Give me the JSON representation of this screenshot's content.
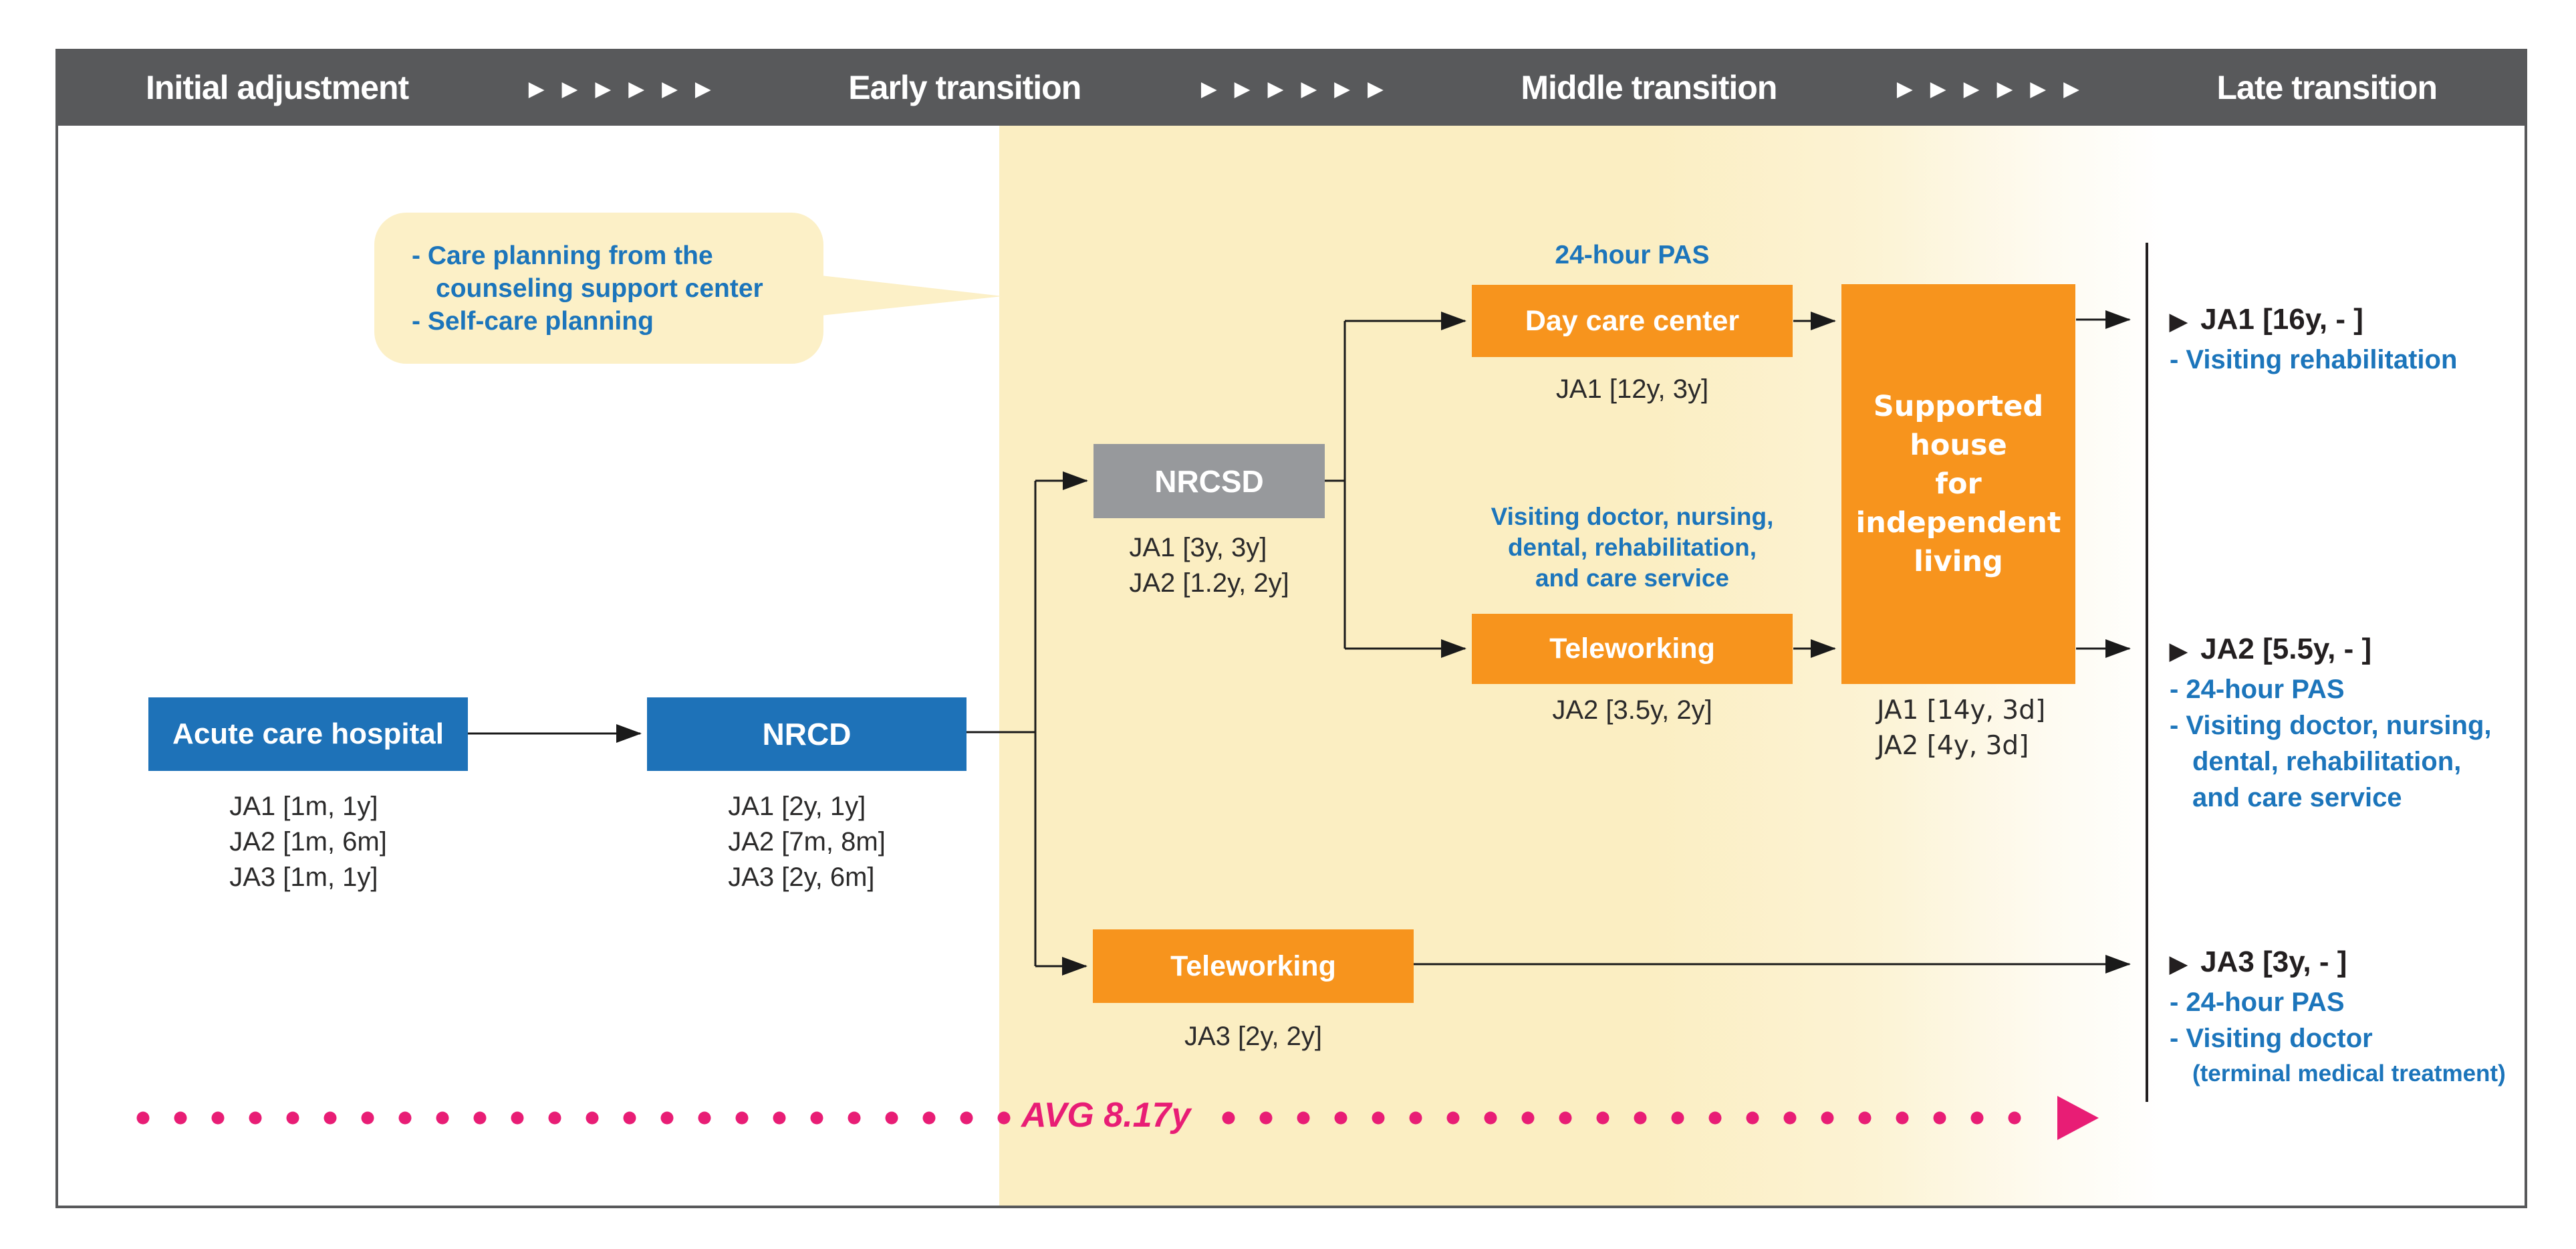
{
  "header": {
    "phases": [
      "Initial adjustment",
      "Early transition",
      "Middle transition",
      "Late transition"
    ],
    "chevrons": "▶▶▶▶▶▶"
  },
  "callout": {
    "lines": [
      "- Care planning from the counseling support center",
      "- Self-care planning"
    ]
  },
  "flow": {
    "acute": {
      "label": "Acute care hospital",
      "stats": [
        "JA1 [1m, 1y]",
        "JA2 [1m, 6m]",
        "JA3 [1m, 1y]"
      ]
    },
    "nrcd": {
      "label": "NRCD",
      "stats": [
        "JA1 [2y, 1y]",
        "JA2 [7m, 8m]",
        "JA3 [2y, 6m]"
      ]
    },
    "nrcsd": {
      "label": "NRCSD",
      "stats": [
        "JA1 [3y, 3y]",
        "JA2 [1.2y, 2y]"
      ]
    },
    "daycare": {
      "above": "24-hour PAS",
      "label": "Day care center",
      "stats": [
        "JA1 [12y, 3y]"
      ]
    },
    "teleworking_mid": {
      "above_lines": [
        "Visiting doctor, nursing,",
        "dental, rehabilitation,",
        "and care service"
      ],
      "label": "Teleworking",
      "stats": [
        "JA2 [3.5y, 2y]"
      ]
    },
    "teleworking_low": {
      "label": "Teleworking",
      "stats": [
        "JA3 [2y, 2y]"
      ]
    },
    "supported": {
      "lines": [
        "Supported",
        "house",
        "for",
        "independent",
        "living"
      ],
      "stats": [
        "JA1 [14y, 3d]",
        "JA2 [4y, 3d]"
      ]
    }
  },
  "outcomes": [
    {
      "marker": "▶",
      "title": "JA1 [16y, - ]",
      "lines": [
        "- Visiting rehabilitation"
      ]
    },
    {
      "marker": "▶",
      "title": "JA2 [5.5y, - ]",
      "lines": [
        "- 24-hour PAS",
        "- Visiting doctor, nursing,",
        "dental, rehabilitation,",
        "and care service"
      ]
    },
    {
      "marker": "▶",
      "title": "JA3 [3y, - ]",
      "lines": [
        "- 24-hour PAS",
        "- Visiting doctor"
      ],
      "note": "(terminal medical treatment)"
    }
  ],
  "avg_label": "AVG 8.17y",
  "colors": {
    "header_gray": "#58595b",
    "box_blue": "#1e72b8",
    "box_gray": "#97999c",
    "box_orange": "#f7941d",
    "yellow_panel": "#fbeec2",
    "callout_yellow": "#fcf0c7",
    "blue_text": "#1c75bb",
    "black_text": "#231f20",
    "pink_accent": "#e81d75"
  }
}
